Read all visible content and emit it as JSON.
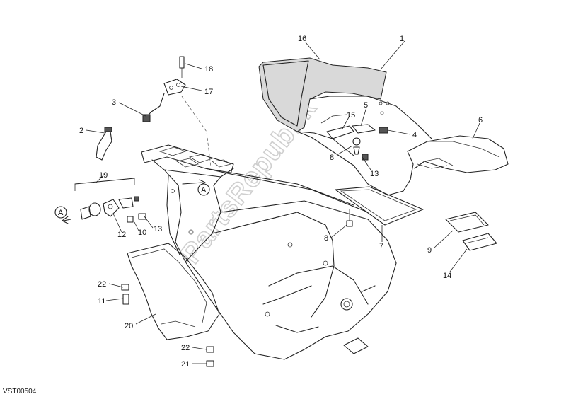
{
  "diagram": {
    "watermark": "PartsRepublik",
    "code": "VST00504",
    "callouts": [
      {
        "id": "c1",
        "text": "1"
      },
      {
        "id": "c16",
        "text": "16"
      },
      {
        "id": "c18",
        "text": "18"
      },
      {
        "id": "c17",
        "text": "17"
      },
      {
        "id": "c3",
        "text": "3"
      },
      {
        "id": "c2",
        "text": "2"
      },
      {
        "id": "c5",
        "text": "5"
      },
      {
        "id": "c15",
        "text": "15"
      },
      {
        "id": "c4",
        "text": "4"
      },
      {
        "id": "c6",
        "text": "6"
      },
      {
        "id": "c8a",
        "text": "8"
      },
      {
        "id": "c13a",
        "text": "13"
      },
      {
        "id": "c19",
        "text": "19"
      },
      {
        "id": "cA1",
        "text": "A"
      },
      {
        "id": "cA2",
        "text": "A"
      },
      {
        "id": "c12",
        "text": "12"
      },
      {
        "id": "c10",
        "text": "10"
      },
      {
        "id": "c13b",
        "text": "13"
      },
      {
        "id": "c8b",
        "text": "8"
      },
      {
        "id": "c7",
        "text": "7"
      },
      {
        "id": "c9",
        "text": "9"
      },
      {
        "id": "c14",
        "text": "14"
      },
      {
        "id": "c22a",
        "text": "22"
      },
      {
        "id": "c11",
        "text": "11"
      },
      {
        "id": "c20",
        "text": "20"
      },
      {
        "id": "c22b",
        "text": "22"
      },
      {
        "id": "c21",
        "text": "21"
      }
    ]
  }
}
